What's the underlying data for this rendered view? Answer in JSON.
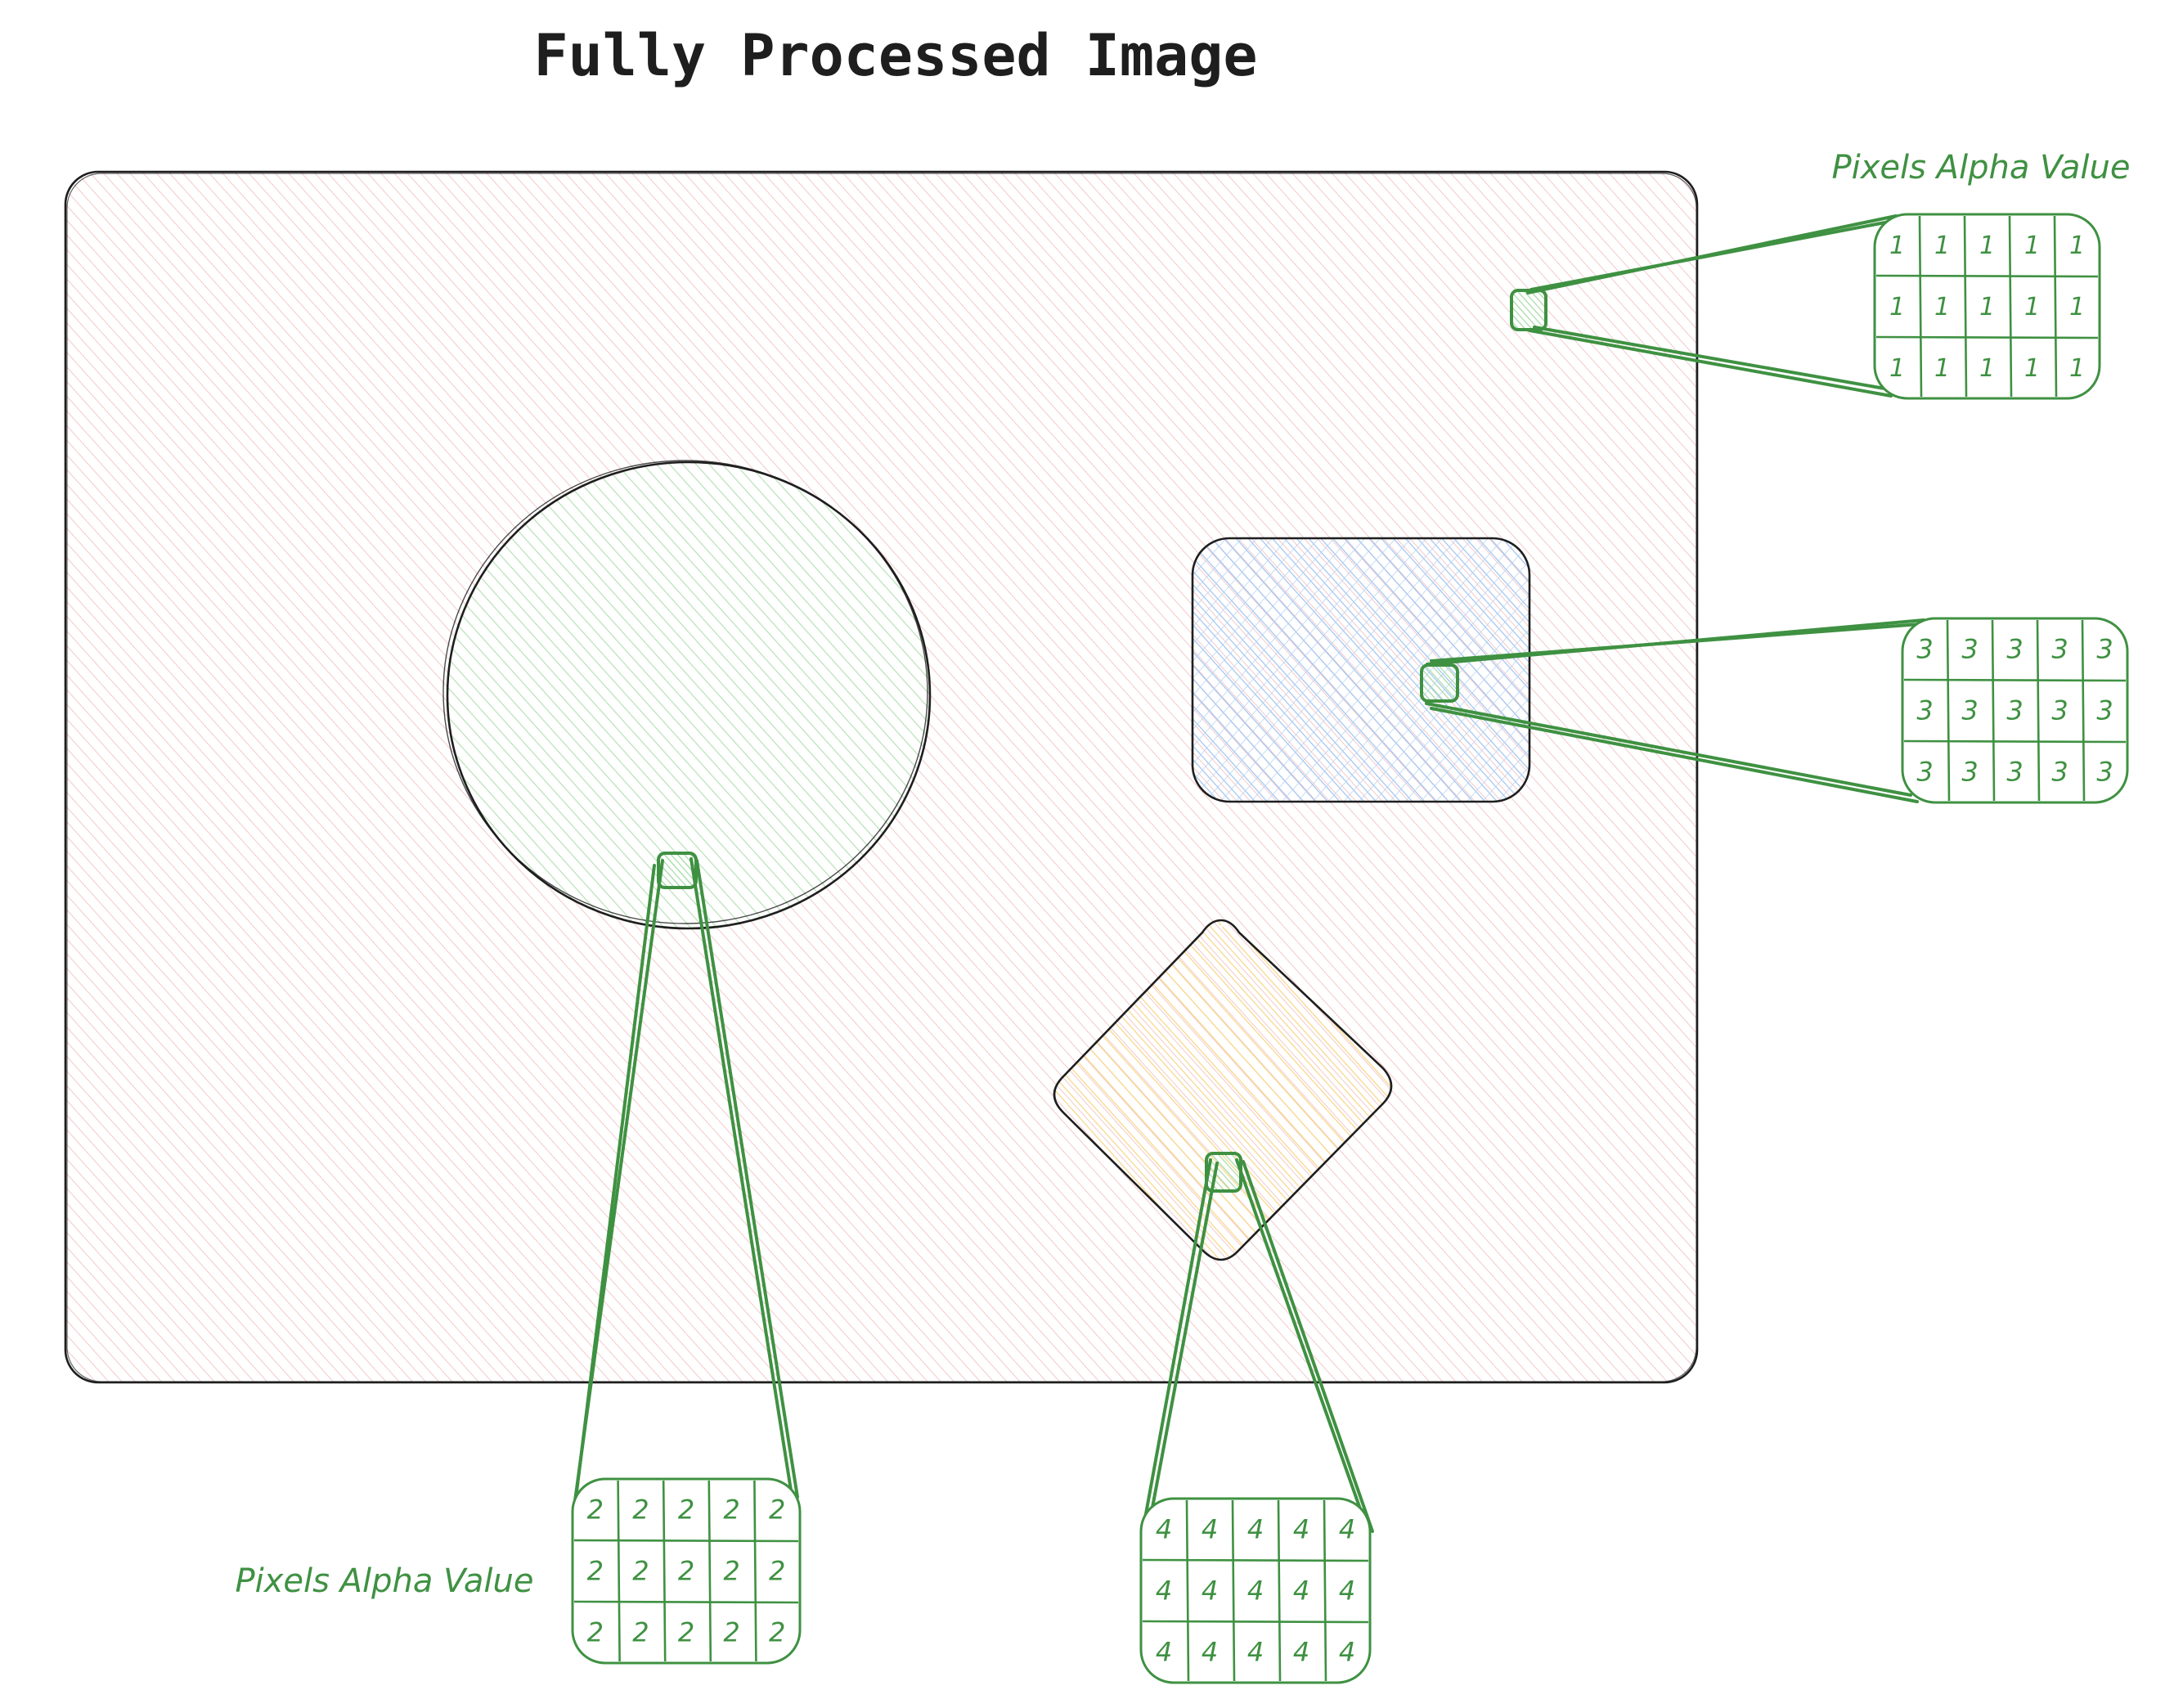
{
  "title": "Fully Processed Image",
  "label_top": "Pixels Alpha Value",
  "label_bottom": "Pixels Alpha Value",
  "colors": {
    "outline": "#1e1e1e",
    "annotation": "#3f9142",
    "background_hatch": "#f3c9cb",
    "circle_hatch": "#b9e6bc",
    "rect_hatch": "#9fc3f0",
    "diamond_hatch": "#f8d88a"
  },
  "shapes": [
    {
      "name": "background-image",
      "shape": "rounded-rectangle",
      "fill": "red-hatch"
    },
    {
      "name": "circle-shape",
      "shape": "circle",
      "fill": "green-hatch"
    },
    {
      "name": "rectangle-shape",
      "shape": "rounded-rectangle",
      "fill": "blue-hatch"
    },
    {
      "name": "diamond-shape",
      "shape": "diamond",
      "fill": "yellow-hatch"
    }
  ],
  "grids": {
    "background": [
      [
        "1",
        "1",
        "1",
        "1",
        "1"
      ],
      [
        "1",
        "1",
        "1",
        "1",
        "1"
      ],
      [
        "1",
        "1",
        "1",
        "1",
        "1"
      ]
    ],
    "circle": [
      [
        "2",
        "2",
        "2",
        "2",
        "2"
      ],
      [
        "2",
        "2",
        "2",
        "2",
        "2"
      ],
      [
        "2",
        "2",
        "2",
        "2",
        "2"
      ]
    ],
    "rectangle": [
      [
        "3",
        "3",
        "3",
        "3",
        "3"
      ],
      [
        "3",
        "3",
        "3",
        "3",
        "3"
      ],
      [
        "3",
        "3",
        "3",
        "3",
        "3"
      ]
    ],
    "diamond": [
      [
        "4",
        "4",
        "4",
        "4",
        "4"
      ],
      [
        "4",
        "4",
        "4",
        "4",
        "4"
      ],
      [
        "4",
        "4",
        "4",
        "4",
        "4"
      ]
    ]
  }
}
